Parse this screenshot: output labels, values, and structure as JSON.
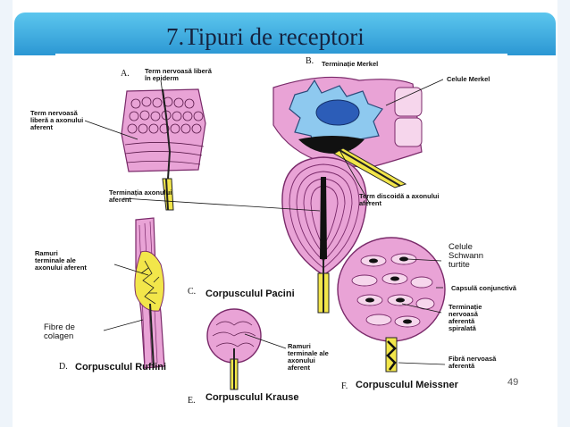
{
  "slide": {
    "title": "7.Tipuri de receptori",
    "page_number": "49"
  },
  "figure": {
    "panels": {
      "a_letter": "A.",
      "b_letter": "B.",
      "c_letter": "C.",
      "d_letter": "D.",
      "e_letter": "E.",
      "f_letter": "F."
    },
    "labels": {
      "free_nerve_1": "Term nervoasă liberă",
      "free_nerve_2": "în epiderm",
      "merkel_term": "Terminație Merkel",
      "merkel_cells": "Celule Merkel",
      "term_nerv_1": "Term nervoasă",
      "term_nerv_2": "liberă a axonului",
      "term_nerv_3": "aferent",
      "term_axon_1": "Terminația axonului",
      "term_axon_2": "aferent",
      "disc_term_1": "Term discoidă a axonului",
      "disc_term_2": "aferent",
      "ramuri_1": "Ramuri",
      "ramuri_2": "terminale ale",
      "ramuri_3": "axonului aferent",
      "fibre_1": "Fibre de",
      "fibre_2": "colagen",
      "pacini": "Corpusculul Pacini",
      "ruffini": "Corpusculul Ruffini",
      "schwann_1": "Celule",
      "schwann_2": "Schwann",
      "schwann_3": "turtite",
      "capsula": "Capsulă conjunctivă",
      "term_sp_1": "Terminație",
      "term_sp_2": "nervoasă",
      "term_sp_3": "aferentă",
      "term_sp_4": "spiralată",
      "fibra_1": "Fibră nervoasă",
      "fibra_2": "aferentă",
      "krause_ram_1": "Ramuri",
      "krause_ram_2": "terminale ale",
      "krause_ram_3": "axonului",
      "krause_ram_4": "aferent",
      "krause": "Corpusculul Krause",
      "meissner": "Corpusculul Meissner"
    }
  },
  "colors": {
    "banner_top": "#5cc6ee",
    "banner_bottom": "#2b97d3",
    "tissue_pink": "#e9a3d6",
    "tissue_outline": "#7a2a6a",
    "merkel_blue": "#8ec9ef",
    "nerve_yellow": "#f2e64a"
  }
}
